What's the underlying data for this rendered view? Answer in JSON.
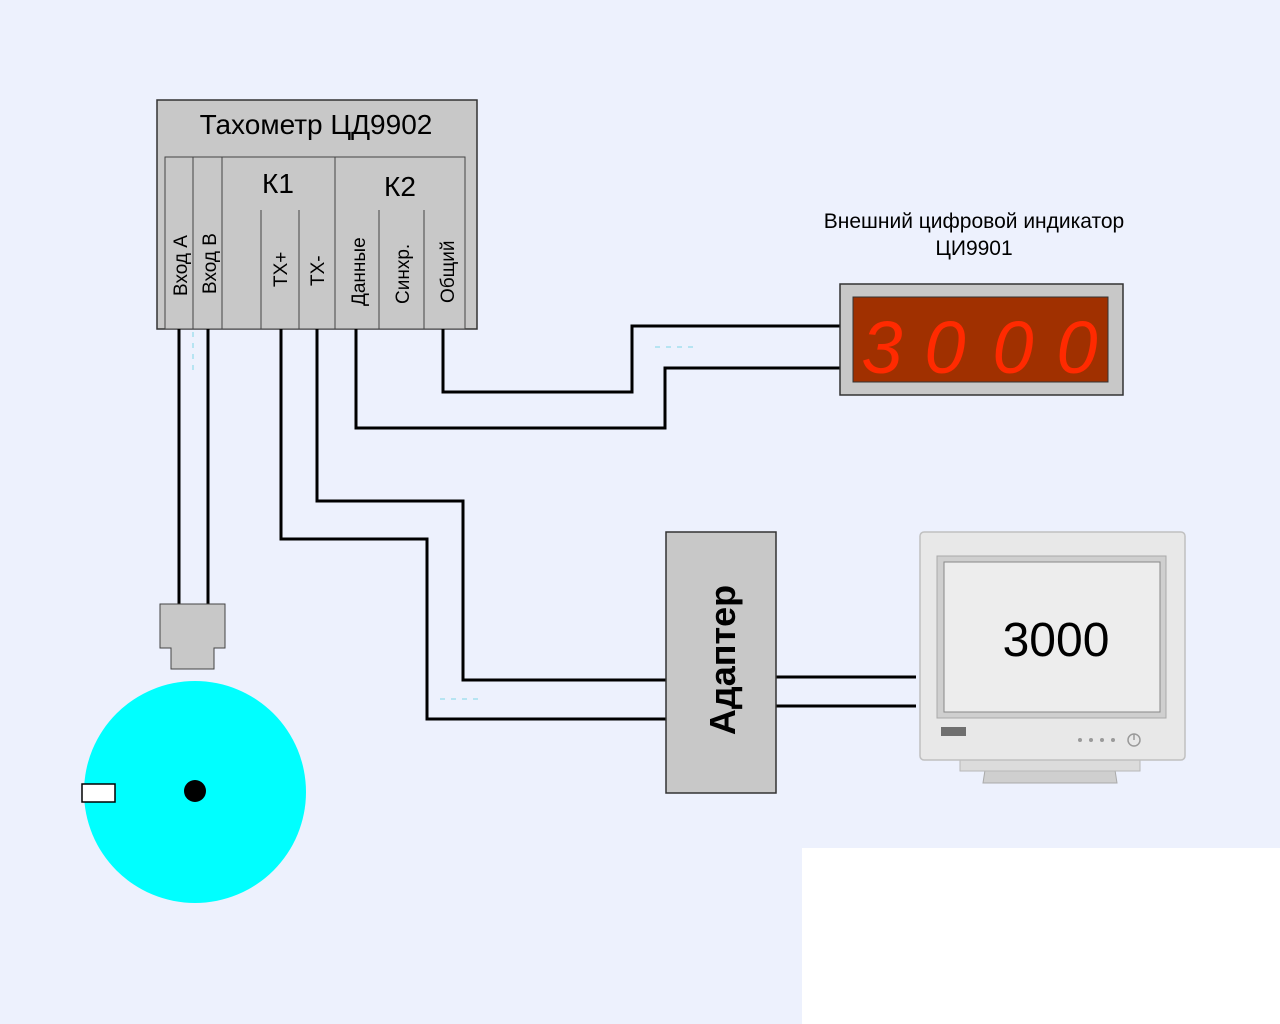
{
  "tachometer": {
    "title": "Тахометр ЦД9902",
    "k1": "К1",
    "k2": "К2",
    "pins": {
      "input_a": "Вход А",
      "input_b": "Вход В",
      "tx_plus": "ТХ+",
      "tx_minus": "ТХ-",
      "data": "Данные",
      "sync": "Синхр.",
      "common": "Общий"
    }
  },
  "indicator": {
    "title_line1": "Внешний цифровой индикатор",
    "title_line2": "ЦИ9901",
    "digits": [
      "3",
      "0",
      "0",
      "0"
    ],
    "display_color": "#a03000",
    "digit_color": "#ff2a00"
  },
  "adapter": {
    "label": "Адаптер"
  },
  "monitor": {
    "value": "3000"
  },
  "sensor": {
    "disk_color": "#00ffff"
  }
}
